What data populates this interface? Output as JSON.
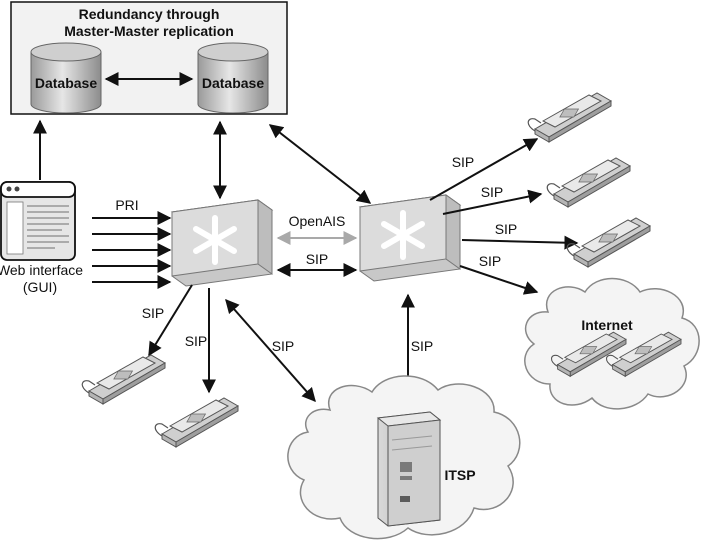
{
  "diagram": {
    "redundancy_title_line1": "Redundancy through",
    "redundancy_title_line2": "Master-Master replication",
    "database_left": "Database",
    "database_right": "Database",
    "web_interface_line1": "Web interface",
    "web_interface_line2": "(GUI)",
    "pri_label": "PRI",
    "openais_label": "OpenAIS",
    "sip_between_servers": "SIP",
    "sip_left_phone1": "SIP",
    "sip_left_phone2": "SIP",
    "sip_left_itsp": "SIP",
    "sip_right_itsp": "SIP",
    "sip_right_phone1": "SIP",
    "sip_right_phone2": "SIP",
    "sip_right_phone3": "SIP",
    "sip_right_internet": "SIP",
    "internet_label": "Internet",
    "itsp_label": "ITSP",
    "colors": {
      "stroke": "#111111",
      "box_fill": "#f2f2f2",
      "server_face": "#dcdcdc",
      "server_side": "#bdbdbd",
      "cloud_fill": "#f4f4f4",
      "openais_arrow": "#a9a9a9"
    }
  }
}
